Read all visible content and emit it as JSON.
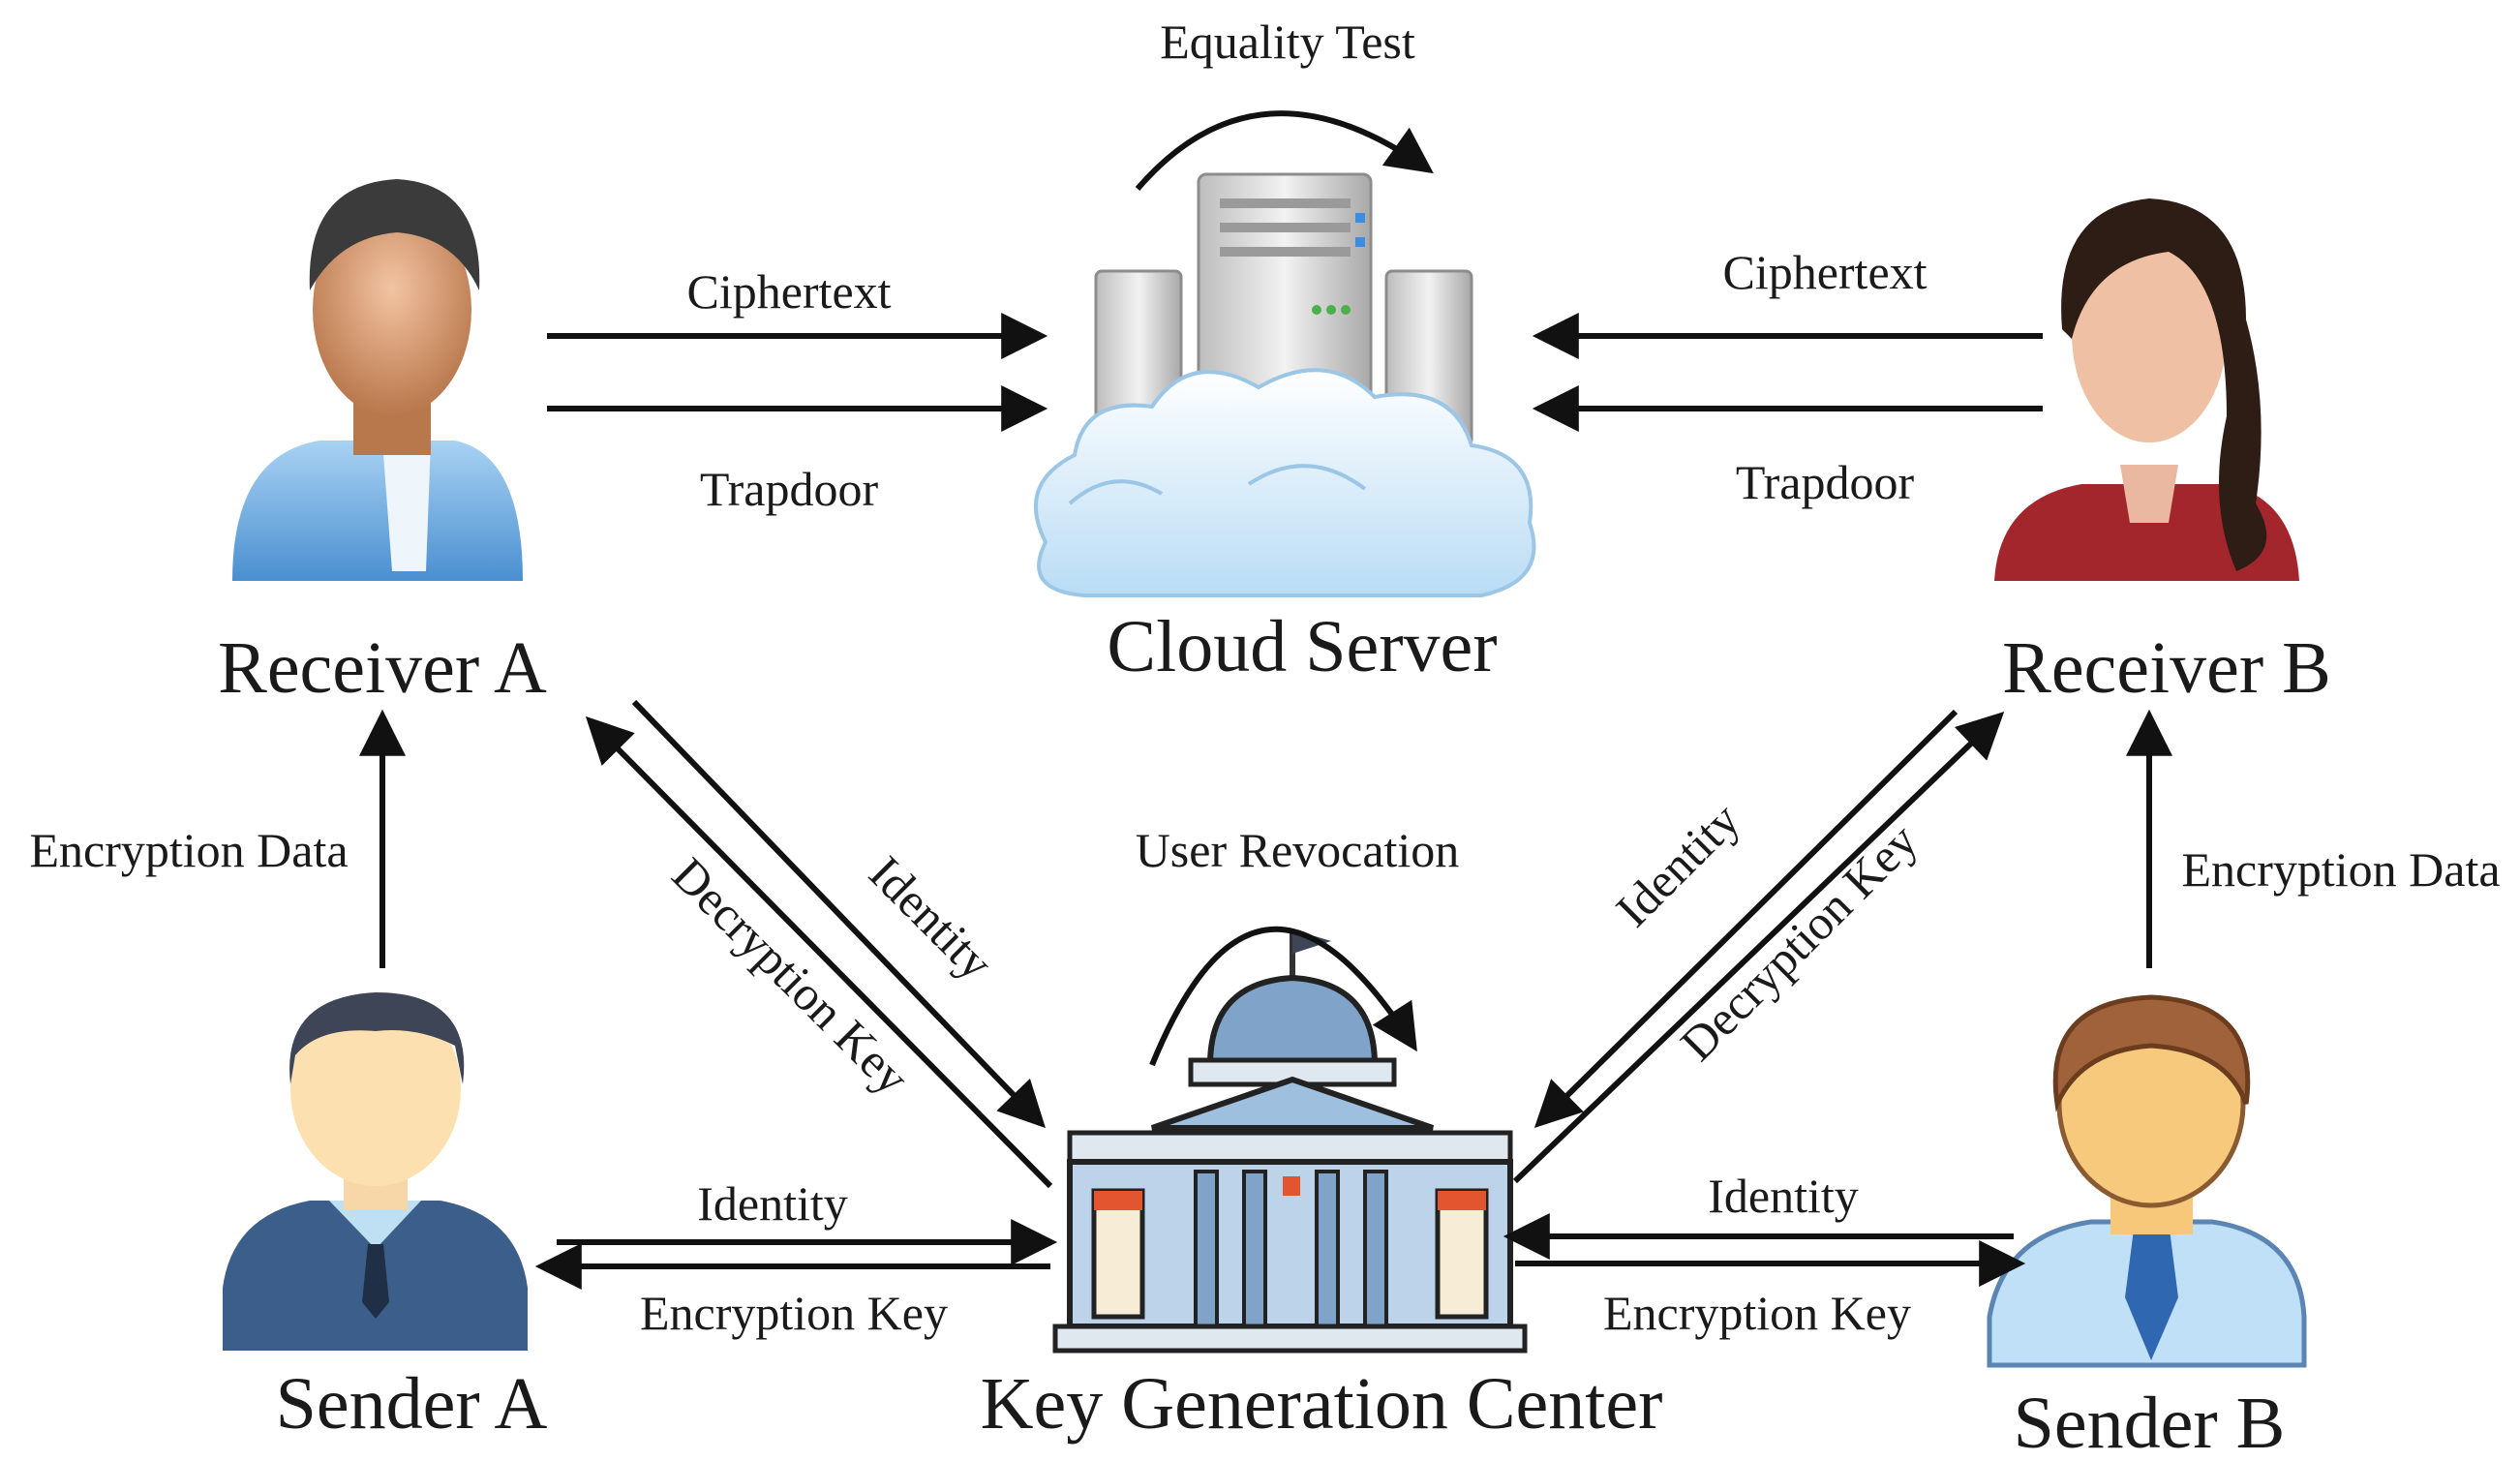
{
  "actors": {
    "receiver_a": "Receiver A",
    "receiver_b": "Receiver B",
    "sender_a": "Sender A",
    "sender_b": "Sender B",
    "cloud_server": "Cloud Server",
    "kgc": "Key Generation Center"
  },
  "flows": {
    "equality_test": "Equality Test",
    "user_revocation": "User Revocation",
    "ciphertext_a": "Ciphertext",
    "trapdoor_a": "Trapdoor",
    "ciphertext_b": "Ciphertext",
    "trapdoor_b": "Trapdoor",
    "enc_data_a": "Encryption Data",
    "enc_data_b": "Encryption Data",
    "identity_ra": "Identity",
    "dec_key_ra": "Decryption Key",
    "identity_rb": "Identity",
    "dec_key_rb": "Decryption Key",
    "identity_sa": "Identity",
    "enc_key_sa": "Encryption Key",
    "identity_sb": "Identity",
    "enc_key_sb": "Encryption Key"
  },
  "colors": {
    "arrow": "#111111",
    "cloud": "#cfe6f7",
    "server": "#d9d9d9",
    "building_roof": "#7fa3c9",
    "accent_red": "#e2552e"
  }
}
